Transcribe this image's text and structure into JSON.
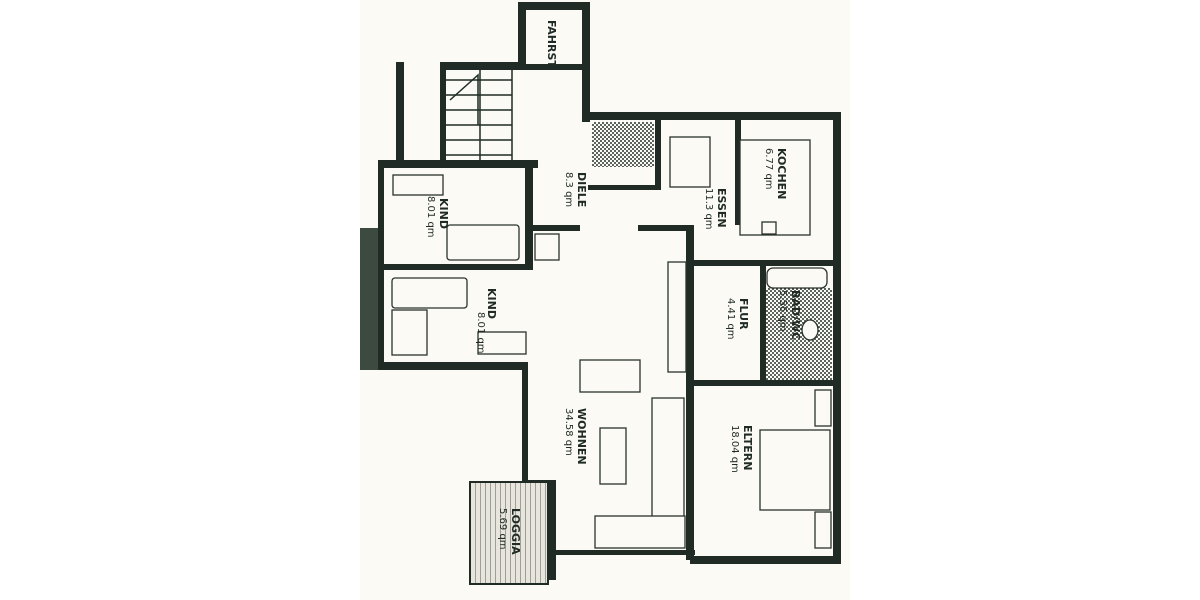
{
  "rooms": {
    "fahrst": {
      "name": "FAHRST"
    },
    "diele": {
      "name": "DIELE",
      "area": "8.3 qm"
    },
    "essen": {
      "name": "ESSEN",
      "area": "11.3 qm"
    },
    "kochen": {
      "name": "KOCHEN",
      "area": "6.77 qm"
    },
    "kind1": {
      "name": "KIND",
      "area": "8.01 qm"
    },
    "kind2": {
      "name": "KIND",
      "area": "8.01 qm"
    },
    "flur": {
      "name": "FLUR",
      "area": "4.41 qm"
    },
    "bad": {
      "name": "BAD/WC",
      "area": "5.56 qm"
    },
    "wohnen": {
      "name": "WOHNEN",
      "area": "34.58 qm"
    },
    "eltern": {
      "name": "ELTERN",
      "area": "18.04 qm"
    },
    "loggia": {
      "name": "LOGGIA",
      "area": "5.69 qm"
    }
  },
  "colors": {
    "wall": "#1f2b24",
    "paper": "#fbfaf5"
  }
}
